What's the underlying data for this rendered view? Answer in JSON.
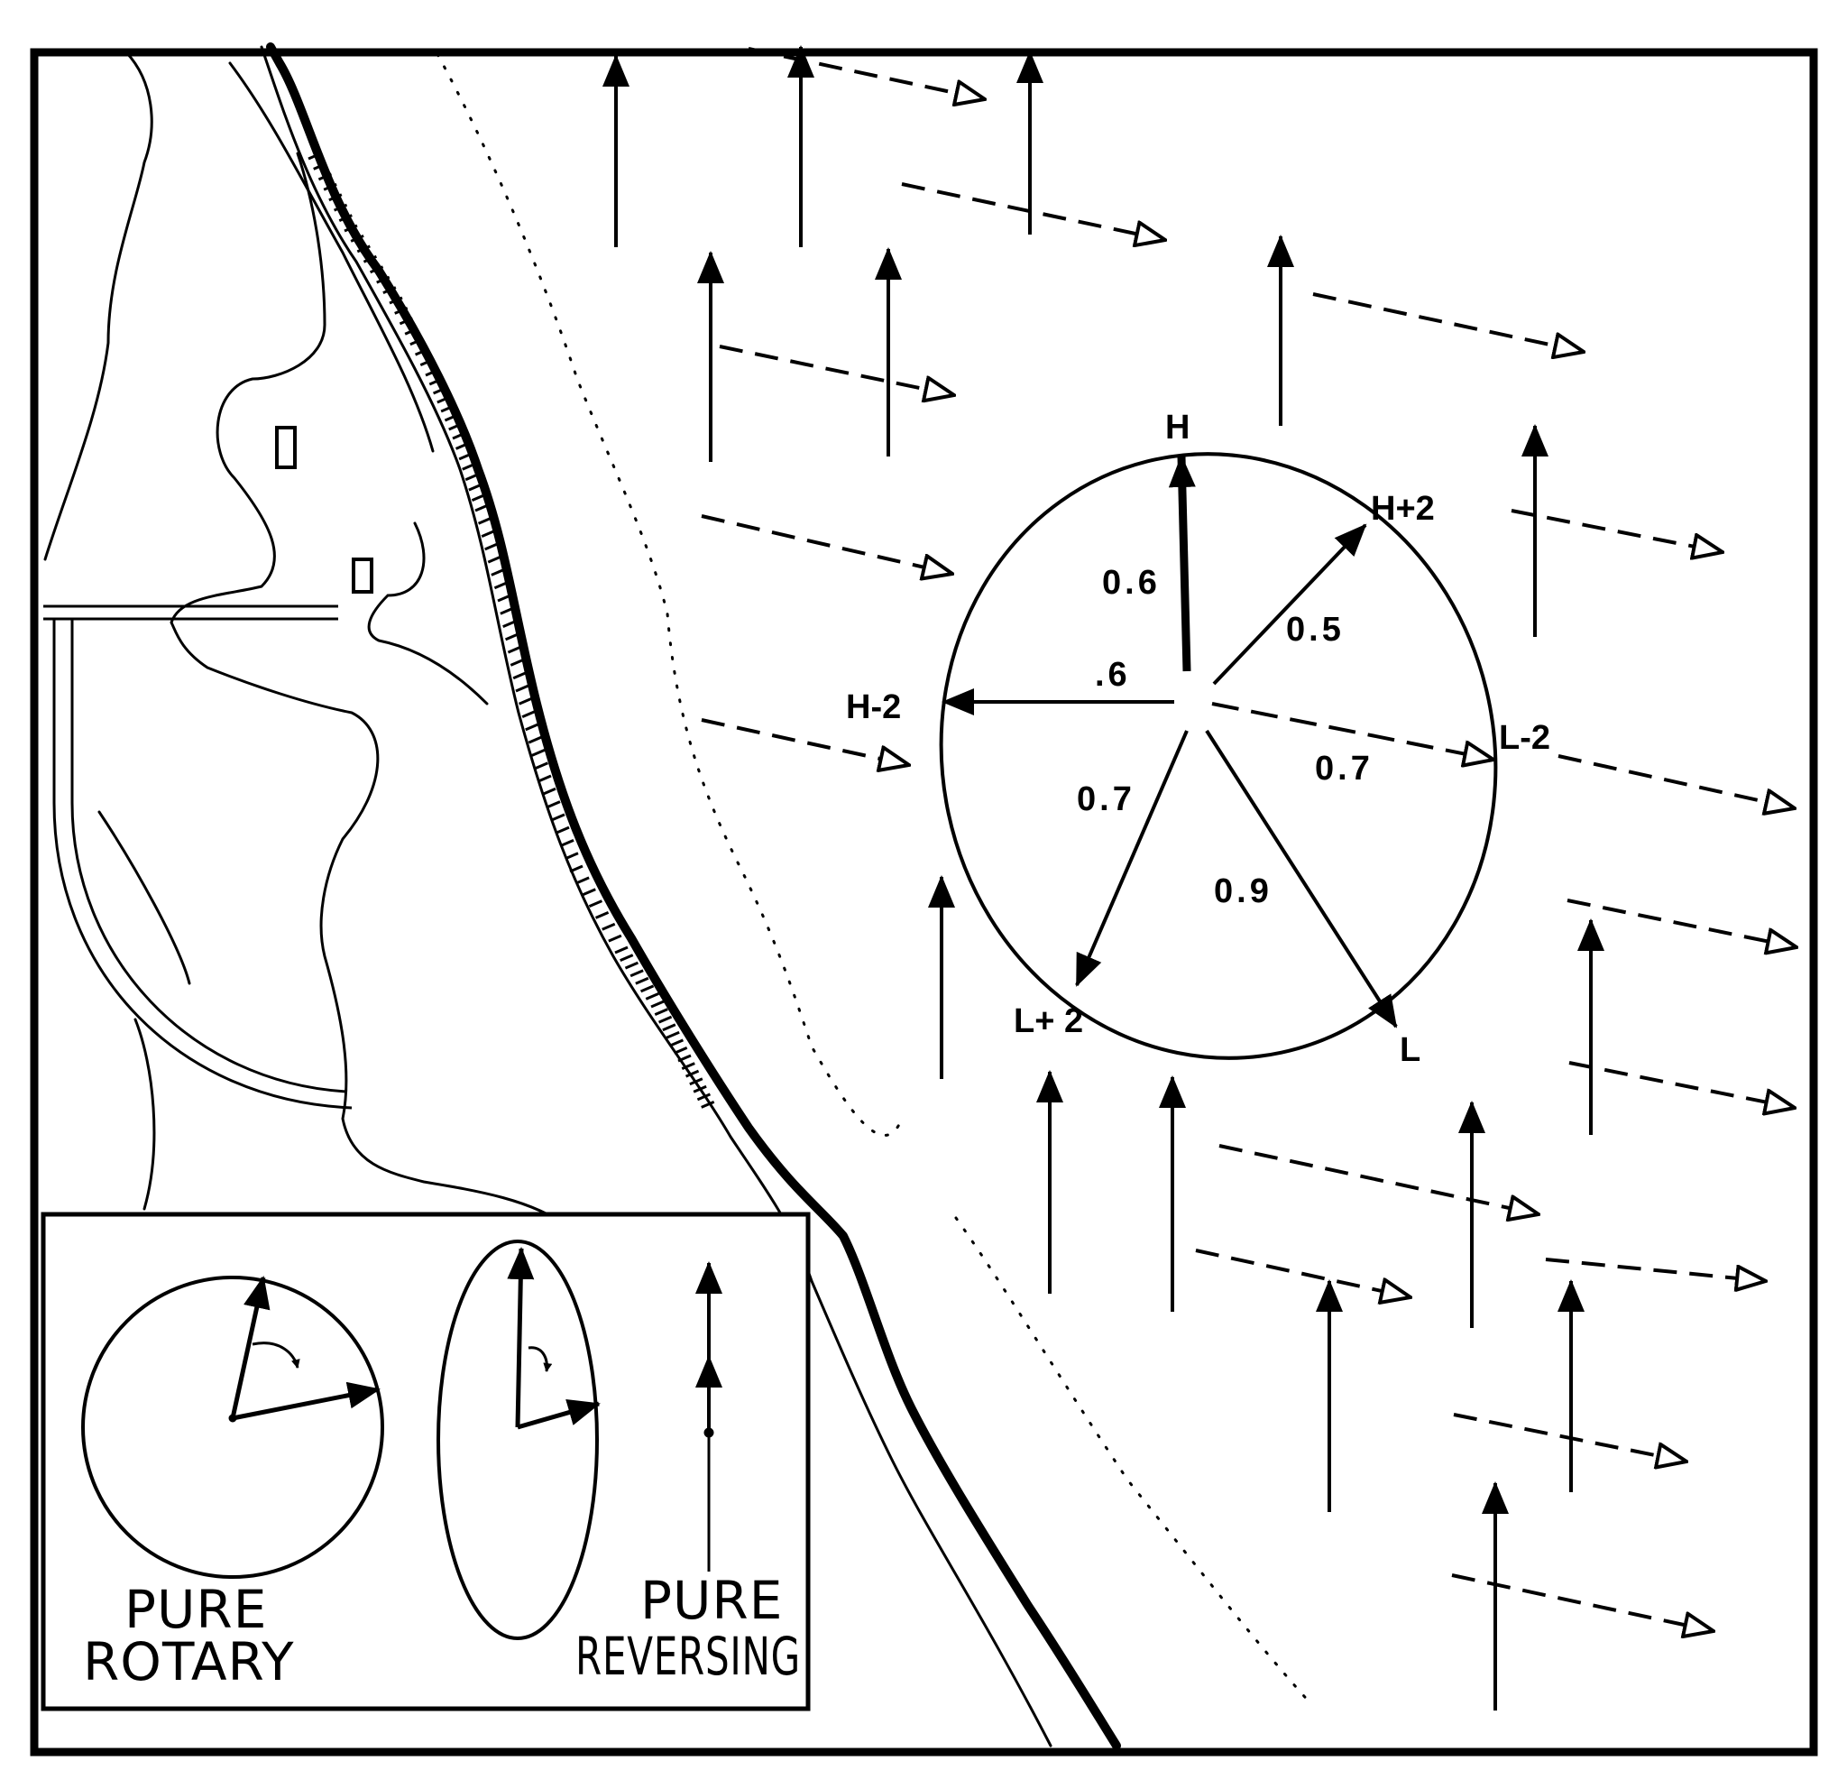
{
  "colors": {
    "ink": "#000000",
    "paper": "#ffffff"
  },
  "ellipse_labels": {
    "h": "H",
    "h_plus_2": "H+2",
    "h_minus_2": "H-2",
    "l_minus_2": "L-2",
    "l_plus_2": "L+ 2",
    "l": "L"
  },
  "speeds": {
    "h": "0.6",
    "h_plus_2": "0.5",
    "h_minus_2": ".6",
    "l_minus_2": "0.7",
    "l_plus_2": "0.7",
    "l": "0.9"
  },
  "inset": {
    "rotary_line1": "PURE",
    "rotary_line2": "ROTARY",
    "reversing_line1": "PURE",
    "reversing_line2": "REVERSING"
  }
}
